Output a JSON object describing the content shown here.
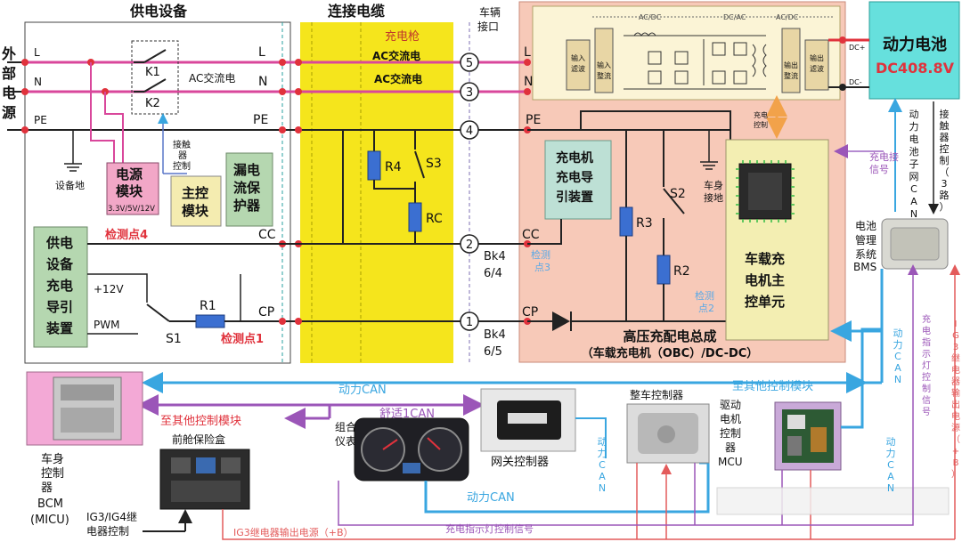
{
  "sections": {
    "supply": "供电设备",
    "cable": "连接电缆",
    "inlet": "车辆\n接口"
  },
  "external_power": "外部电源",
  "lines": {
    "l": "L",
    "n": "N",
    "pe": "PE",
    "cc": "CC",
    "cp": "CP",
    "ac": "AC交流电",
    "gun": "充电枪"
  },
  "supply_parts": {
    "k1": "K1",
    "k2": "K2",
    "ground": "设备地",
    "power_module": "电源\n模块",
    "power_voltages": "3.3V/5V/12V",
    "contactor_ctrl": "接触\n器\n控制",
    "main_ctrl": "主控\n模块",
    "leak": "漏电\n流保\n护器",
    "guide": "供电\n设备\n充电\n导引\n装置",
    "point4": "检测点4",
    "point1": "检测点1",
    "plus12": "+12V",
    "pwm": "PWM",
    "s1": "S1",
    "r1": "R1"
  },
  "cable_parts": {
    "r4": "R4",
    "s3": "S3",
    "rc": "RC"
  },
  "pins": [
    "5",
    "3",
    "4",
    "2",
    "1"
  ],
  "bk": {
    "cc": "Bk4\n6/4",
    "cp": "Bk4\n6/5"
  },
  "obc": {
    "blocks": [
      "输入\n滤波",
      "输入\n整流",
      "输出\n整流",
      "输出\n滤波"
    ],
    "stage_labels": [
      "AC/DC",
      "DC/AC",
      "AC/DC"
    ],
    "dc_plus": "DC+",
    "dc_minus": "DC-",
    "charge_ctrl": "充电\n控制",
    "guide": "充电机\n充电导\n引装置",
    "r3": "R3",
    "s2": "S2",
    "r2": "R2",
    "body_ground": "车身\n接地",
    "main_ctrl": "车载充\n电机主\n控单元",
    "point3": "检测\n点3",
    "point2": "检测\n点2",
    "bus_title": "高压充配电总成",
    "bus_subtitle": "（车载充电机（OBC）/DC-DC）"
  },
  "battery": {
    "title": "动力电池",
    "voltage": "DC408.8V",
    "subnet": "动力电池子\n网CAN",
    "contactor": "接触器控制（3路）",
    "charge_signal": "充电接\n信号",
    "bms": "电池\n管理\n系统\nBMS"
  },
  "network": {
    "power_can": "动力CAN",
    "comfort_can": "舒适1CAN",
    "to_other": "至其他控制模块",
    "bcm": "车身\n控制\n器\nBCM\n(MICU)",
    "fuse_box": "前舱保险盒",
    "cluster": "组合\n仪表",
    "gateway": "网关控制器",
    "vcu": "整车控制器",
    "mcu": "驱动\n电机\n控制\n器\nMCU",
    "ig_relay_ctrl": "IG3/IG4继\n电器控制",
    "ig3_out": "IG3继电器输出电源（+B）",
    "ig3_out_v": "IG3继电器输出电源（+B）",
    "charge_lamp": "充电指示灯控制信号",
    "charge_lamp_v": "充电指示灯控制信号"
  },
  "colors": {
    "l_line": "#d9479b",
    "n_line": "#d9479b",
    "can_blue": "#39a6e0",
    "comfort_purple": "#9b56b8",
    "red_signal": "#e35b5b",
    "cable_yellow": "#f5e51c",
    "obc_pink": "#f7c9b8",
    "battery_teal": "#66e0dd",
    "point_red": "#e0323c"
  }
}
